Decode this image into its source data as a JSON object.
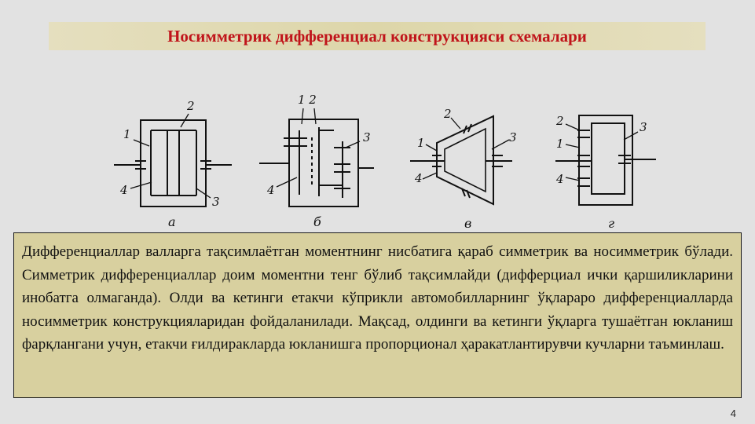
{
  "slide": {
    "title": "Носимметрик дифференциал конструкцияси схемалари",
    "page_number": "4"
  },
  "diagrams": [
    {
      "caption": "а",
      "labels": [
        "1",
        "2",
        "3",
        "4"
      ]
    },
    {
      "caption": "б",
      "labels": [
        "1 2",
        "3",
        "4"
      ]
    },
    {
      "caption": "в",
      "labels": [
        "1",
        "2",
        "3",
        "4"
      ]
    },
    {
      "caption": "г",
      "labels": [
        "1",
        "2",
        "3",
        "4"
      ]
    }
  ],
  "body_text": "Дифференциаллар валларга тақсимлаётган моментнинг нисбатига қараб симметрик ва носимметрик бўлади. Симметрик дифференциаллар доим моментни тенг бўлиб тақсимлайди (дифферциал ички қаршиликларини инобатга олмаганда). Олди ва кетинги етакчи кўприкли автомобилларнинг ўқлараро дифференциалларда носимметрик конструкцияларидан фойдаланилади. Мақсад, олдинги ва кетинги ўқларга тушаётган юкланиш фарқлангани учун, етакчи ғилдиракларда юкланишга пропорционал ҳаракатлантирувчи кучларни таъминлаш."
}
